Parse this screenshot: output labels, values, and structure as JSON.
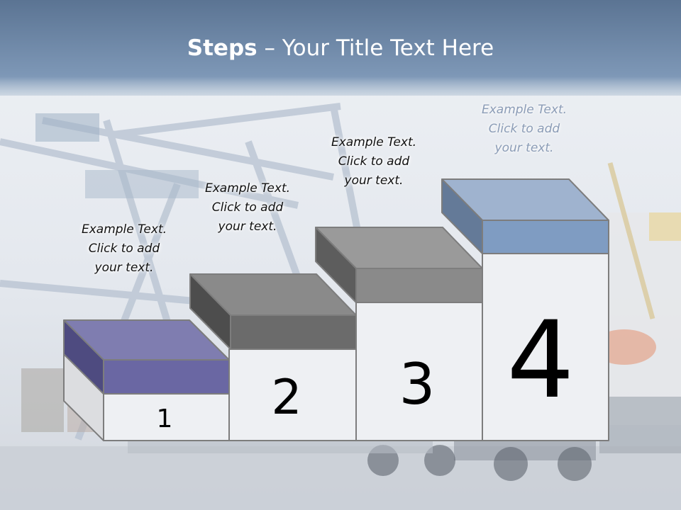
{
  "title": {
    "strong": "Steps",
    "rest": " – Your Title Text Here"
  },
  "steps": [
    {
      "number": "1",
      "text_lines": [
        "Example Text.",
        "Click  to add",
        "your text."
      ],
      "color": "#6a67a3"
    },
    {
      "number": "2",
      "text_lines": [
        "Example Text.",
        "Click  to add",
        "your text."
      ],
      "color": "#6b6b6b"
    },
    {
      "number": "3",
      "text_lines": [
        "Example Text.",
        "Click  to add",
        "your text."
      ],
      "color": "#8a8a8a"
    },
    {
      "number": "4",
      "text_lines": [
        "Example Text.",
        "Click  to add",
        "your text."
      ],
      "color": "#7f9cc2"
    }
  ],
  "colors": {
    "header_top": "#5e7797",
    "header_bottom": "#7e98b6",
    "step_face": "#eef0f3",
    "outline": "#7d7d7d"
  }
}
